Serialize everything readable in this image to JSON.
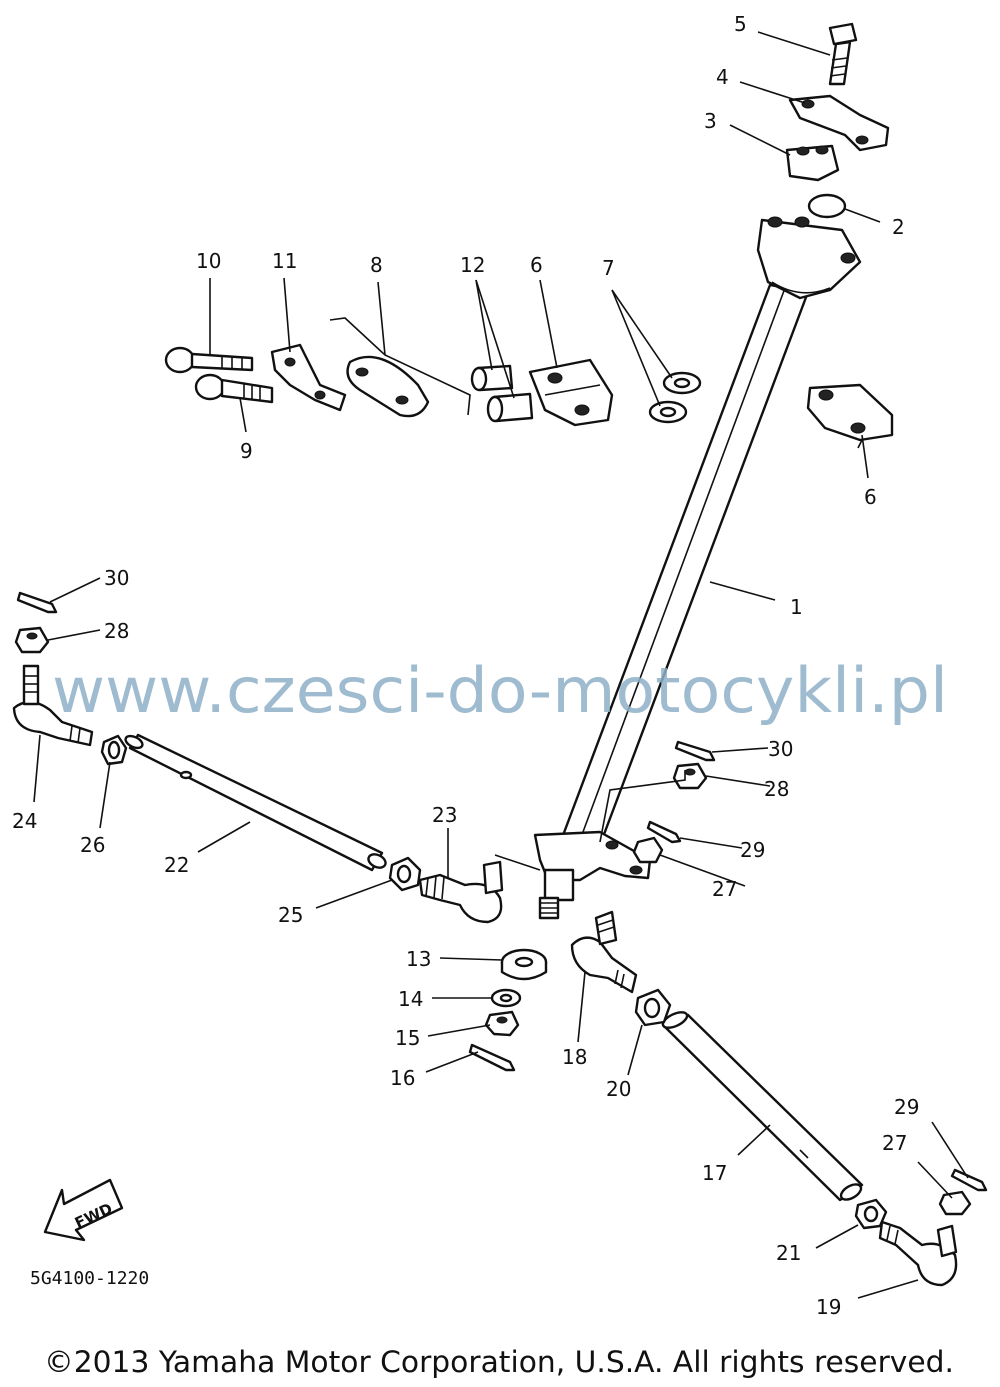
{
  "diagram": {
    "watermark": "www.czesci-do-motocykli.pl",
    "drawing_code": "5G4100-1220",
    "copyright": "©2013 Yamaha Motor Corporation, U.S.A. All rights reserved.",
    "fwd_label": "FWD",
    "callouts": [
      {
        "n": "1"
      },
      {
        "n": "2"
      },
      {
        "n": "3"
      },
      {
        "n": "4"
      },
      {
        "n": "5"
      },
      {
        "n": "6"
      },
      {
        "n": "6"
      },
      {
        "n": "7"
      },
      {
        "n": "8"
      },
      {
        "n": "9"
      },
      {
        "n": "10"
      },
      {
        "n": "11"
      },
      {
        "n": "12"
      },
      {
        "n": "13"
      },
      {
        "n": "14"
      },
      {
        "n": "15"
      },
      {
        "n": "16"
      },
      {
        "n": "17"
      },
      {
        "n": "18"
      },
      {
        "n": "19"
      },
      {
        "n": "20"
      },
      {
        "n": "21"
      },
      {
        "n": "22"
      },
      {
        "n": "23"
      },
      {
        "n": "24"
      },
      {
        "n": "25"
      },
      {
        "n": "26"
      },
      {
        "n": "27"
      },
      {
        "n": "27"
      },
      {
        "n": "28"
      },
      {
        "n": "28"
      },
      {
        "n": "29"
      },
      {
        "n": "29"
      },
      {
        "n": "30"
      },
      {
        "n": "30"
      }
    ]
  }
}
